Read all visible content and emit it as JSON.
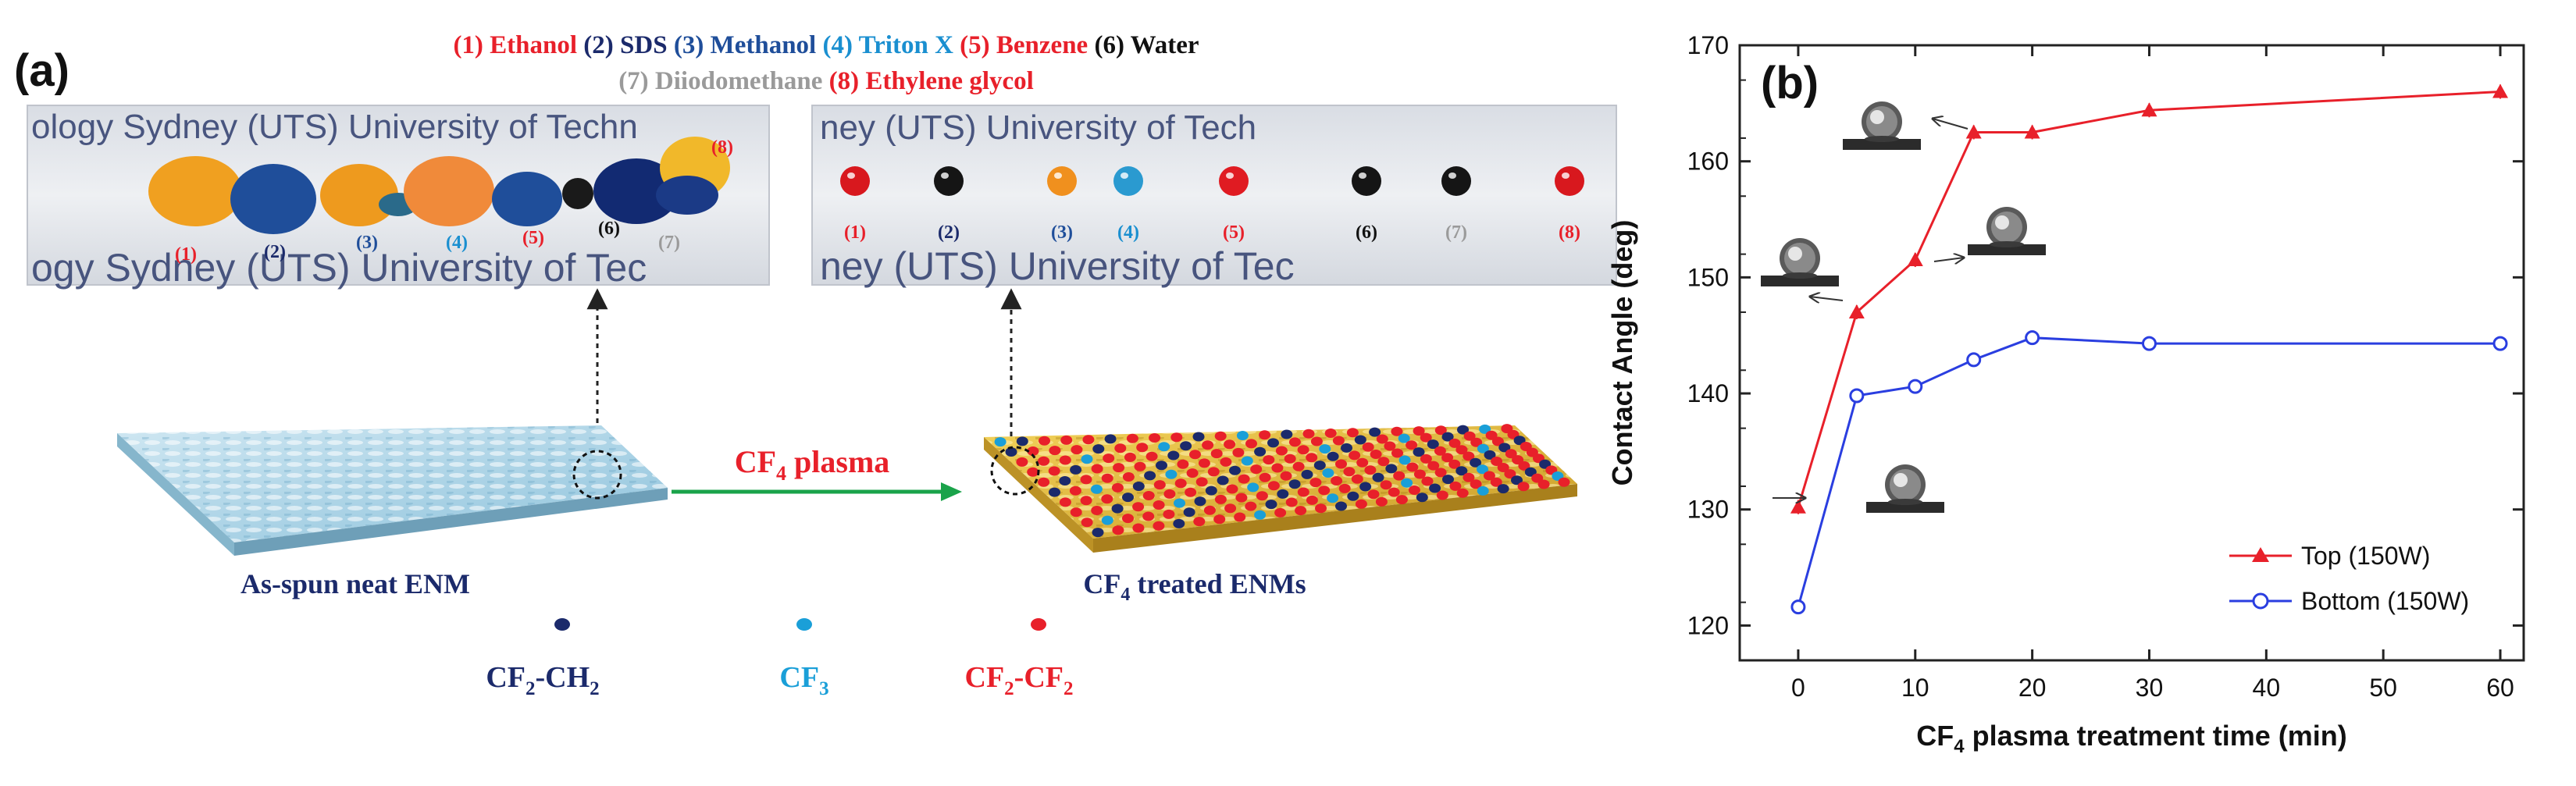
{
  "panel_a": {
    "label": "(a)",
    "legend_line1": [
      {
        "text": "(1) Ethanol",
        "color": "#e8202a"
      },
      {
        "text": "(2) SDS",
        "color": "#1b2a6b"
      },
      {
        "text": "(3) Methanol",
        "color": "#1f4e9a"
      },
      {
        "text": "(4) Triton X",
        "color": "#1a8fd0"
      },
      {
        "text": "(5) Benzene",
        "color": "#e8202a"
      },
      {
        "text": "(6) Water",
        "color": "#111111"
      }
    ],
    "legend_line2": [
      {
        "text": "(7) Diiodomethane",
        "color": "#9a9a9a"
      },
      {
        "text": "(8) Ethylene glycol",
        "color": "#e8202a"
      }
    ],
    "photo_left": {
      "banner_top": "ology Sydney (UTS) University of Techn",
      "banner_bottom": "ogy Sydney (UTS) University of Tec",
      "drop_labels": [
        "(1)",
        "(2)",
        "(3)",
        "(4)",
        "(5)",
        "(6)",
        "(7)",
        "(8)"
      ]
    },
    "photo_right": {
      "banner_top": "ney (UTS) University of Tech",
      "banner_bottom": "ney (UTS) University of Tec",
      "drop_labels": [
        "(1)",
        "(2)",
        "(3)",
        "(4)",
        "(5)",
        "(6)",
        "(7)",
        "(8)"
      ]
    },
    "arrow_label_main": "CF",
    "arrow_label_sub": "4",
    "arrow_label_rest": " plasma",
    "membrane_left_label": "As-spun neat ENM",
    "membrane_right_main": "CF",
    "membrane_right_sub": "4",
    "membrane_right_rest": " treated ENMs",
    "groups": [
      {
        "main": "CF",
        "sub1": "2",
        "mid": "-CH",
        "sub2": "2",
        "color": "#1b2a6b"
      },
      {
        "main": "CF",
        "sub1": "3",
        "mid": "",
        "sub2": "",
        "color": "#1a9fd8"
      },
      {
        "main": "CF",
        "sub1": "2",
        "mid": "-CF",
        "sub2": "2",
        "color": "#e8202a"
      }
    ],
    "colors": {
      "red_dot": "#e8202a",
      "navy_dot": "#1b2a6b",
      "cyan_dot": "#1a9fd8",
      "arrow_green": "#1aa34a"
    }
  },
  "panel_b": {
    "label": "(b)",
    "chart_data": {
      "type": "line",
      "xlabel_main": "CF",
      "xlabel_sub": "4",
      "xlabel_rest": " plasma treatment time (min)",
      "ylabel": "Contact Angle (deg)",
      "xlim": [
        -5,
        62
      ],
      "ylim": [
        117,
        170
      ],
      "xticks": [
        0,
        10,
        20,
        30,
        40,
        50,
        60
      ],
      "yticks": [
        120,
        130,
        140,
        150,
        160,
        170
      ],
      "series": [
        {
          "name": "Top (150W)",
          "color": "#e8202a",
          "marker": "filled-triangle",
          "x": [
            0,
            5,
            10,
            15,
            20,
            30,
            60
          ],
          "y": [
            130.2,
            147.0,
            151.5,
            162.5,
            162.5,
            164.4,
            166.0
          ]
        },
        {
          "name": "Bottom (150W)",
          "color": "#2a3ee0",
          "marker": "open-circle",
          "x": [
            0,
            5,
            10,
            15,
            20,
            30,
            60
          ],
          "y": [
            121.6,
            139.8,
            140.6,
            142.9,
            144.8,
            144.3,
            144.3
          ]
        }
      ],
      "legend_position": "bottom-right"
    }
  }
}
